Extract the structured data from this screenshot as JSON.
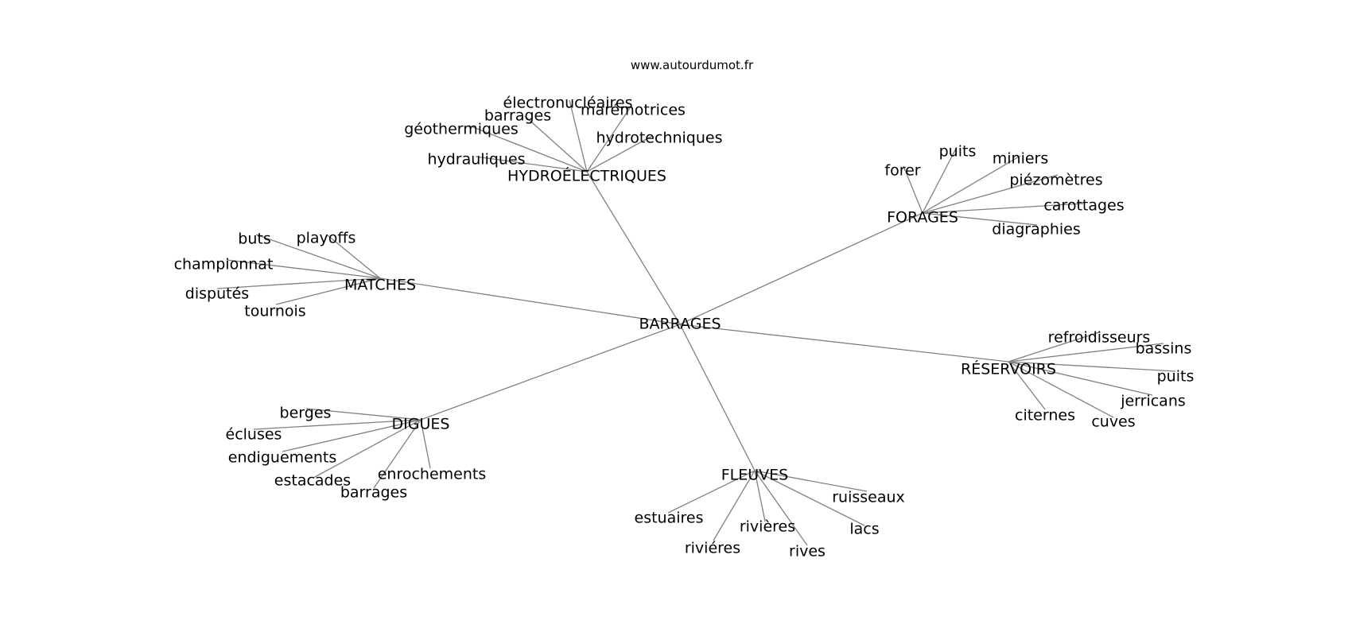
{
  "watermark": "www.autourdumot.fr",
  "graph": {
    "center": "BARRAGES",
    "hubs": [
      {
        "label": "HYDROÉLECTRIQUES",
        "leaves": [
          "électronucléaires",
          "barrages",
          "marémotrices",
          "géothermiques",
          "hydrotechniques",
          "hydrauliques"
        ]
      },
      {
        "label": "FORAGES",
        "leaves": [
          "puits",
          "forer",
          "miniers",
          "piézomètres",
          "carottages",
          "diagraphies"
        ]
      },
      {
        "label": "MATCHES",
        "leaves": [
          "buts",
          "playoffs",
          "championnat",
          "disputés",
          "tournois"
        ]
      },
      {
        "label": "RÉSERVOIRS",
        "leaves": [
          "refroidisseurs",
          "bassins",
          "puits",
          "jerricans",
          "citernes",
          "cuves"
        ]
      },
      {
        "label": "DIGUES",
        "leaves": [
          "berges",
          "écluses",
          "endiguements",
          "estacades",
          "enrochements",
          "barrages"
        ]
      },
      {
        "label": "FLEUVES",
        "leaves": [
          "ruisseaux",
          "estuaires",
          "rivières",
          "lacs",
          "riviéres",
          "rives"
        ]
      }
    ]
  }
}
